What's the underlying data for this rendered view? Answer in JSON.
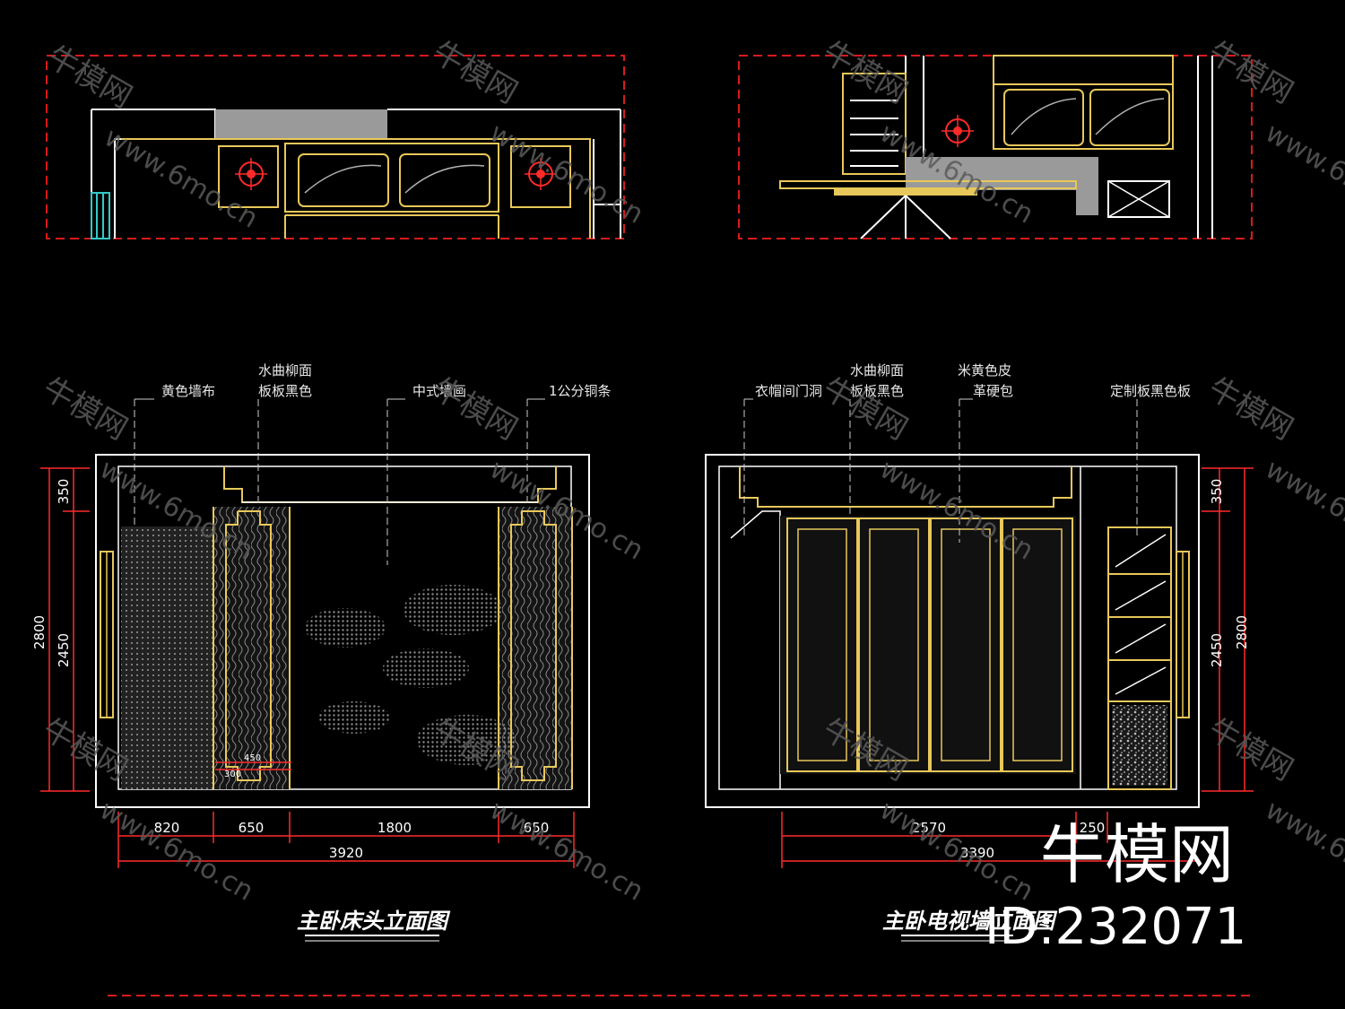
{
  "colors": {
    "background": "#000000",
    "wall_line": "#ffffff",
    "gold_line": "#e8c85a",
    "dim_red": "#ff2a2a",
    "border_red_dashed": "#d81b1b",
    "gray_fill": "#9a9a9a",
    "cyan": "#35c8c8"
  },
  "left_elevation": {
    "title": "主卧床头立面图",
    "labels": {
      "l1": "黄色墙布",
      "l2a": "水曲柳面",
      "l2b": "板板黑色",
      "l3": "中式墙画",
      "l4": "1公分铜条"
    },
    "dims_bottom": [
      "820",
      "650",
      "1800",
      "650"
    ],
    "dim_total": "3920",
    "dims_left": {
      "outer": "2800",
      "top": "350",
      "inner": "2450"
    },
    "detail_dims": [
      "450",
      "300"
    ]
  },
  "right_elevation": {
    "title": "主卧电视墙立面图",
    "labels": {
      "r1": "衣帽间门洞",
      "r2a": "水曲柳面",
      "r2b": "板板黑色",
      "r3a": "米黄色皮",
      "r3b": "革硬包",
      "r4": "定制板黑色板"
    },
    "dims_bottom": [
      "2570",
      "250"
    ],
    "dim_total": "3390",
    "dims_right": {
      "top": "350",
      "inner": "2450",
      "outer": "2800"
    }
  },
  "watermark": {
    "brand": "牛模网",
    "url": "www.6mo.cn"
  },
  "brand_corner": {
    "name": "牛模网",
    "id": "ID:232071"
  }
}
